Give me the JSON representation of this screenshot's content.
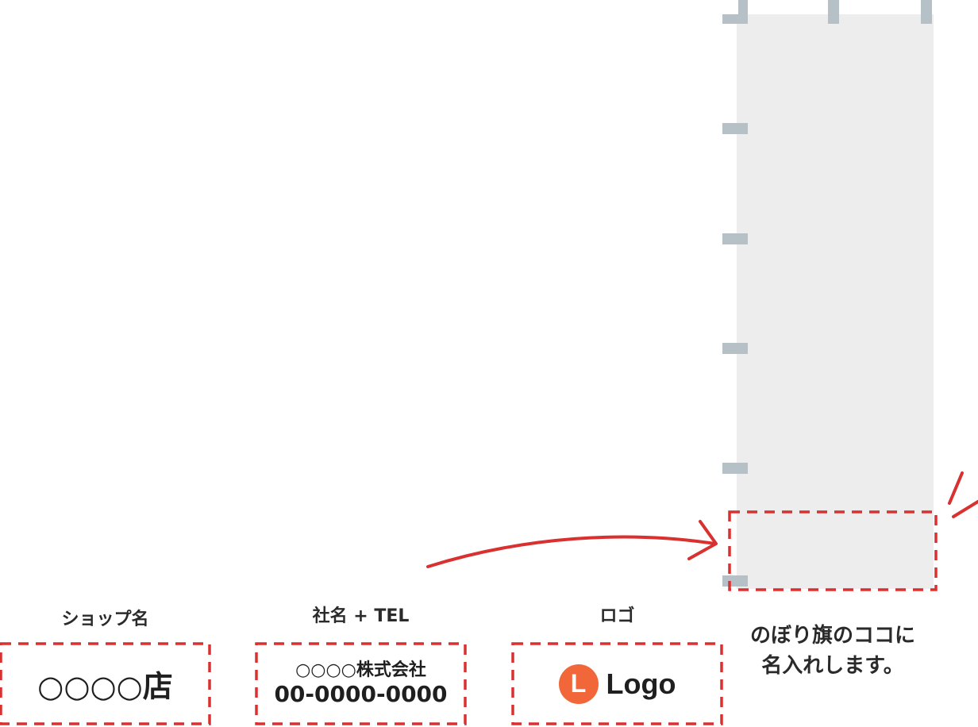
{
  "samples": {
    "shop": {
      "label": "ショップ名",
      "text": "○○○○店"
    },
    "company_tel": {
      "label": "社名 + TEL",
      "company": "○○○○株式会社",
      "tel": "00-0000-0000"
    },
    "logo": {
      "label": "ロゴ",
      "badge": "L",
      "text": "Logo"
    }
  },
  "caption": {
    "line1": "のぼり旗のココに",
    "line2": "名入れします。"
  },
  "colors": {
    "dash_red": "#d93030",
    "flag_fill": "#ededed",
    "tab_gray": "#b5c0c7",
    "logo_orange": "#f2673a"
  }
}
